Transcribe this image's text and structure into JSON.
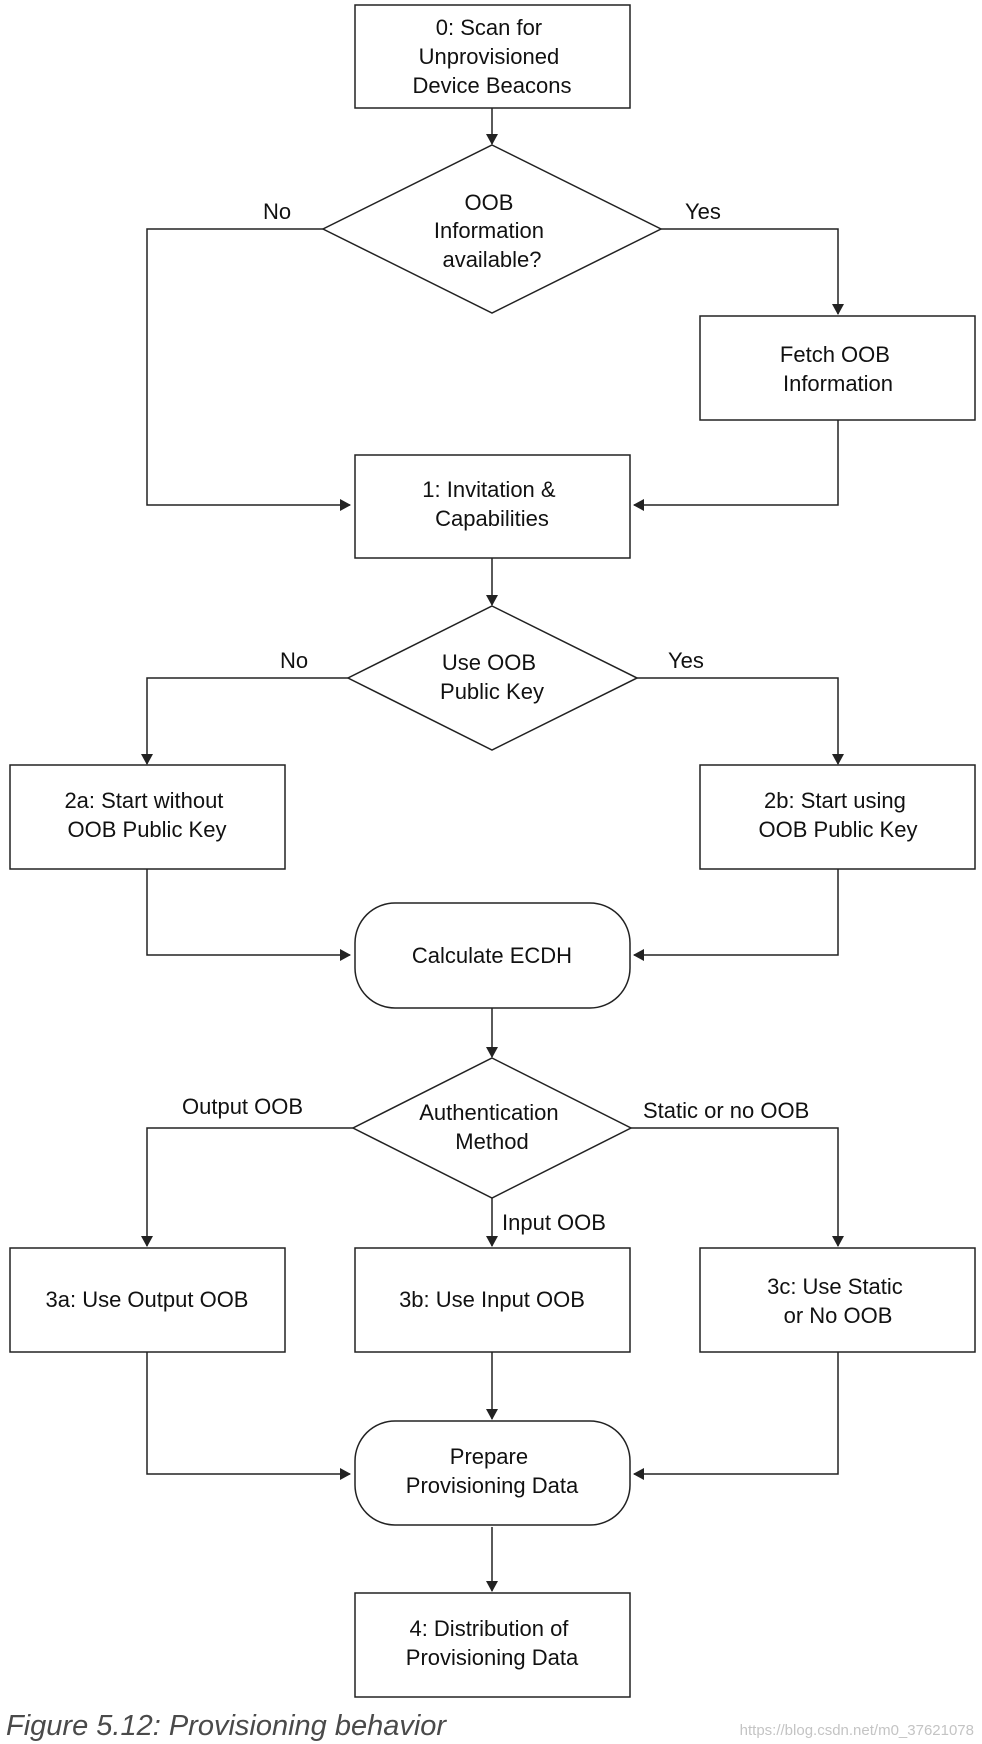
{
  "nodes": {
    "scan": {
      "lines": [
        "0:  Scan for",
        "Unprovisioned",
        "Device Beacons"
      ]
    },
    "oob_info": {
      "lines": [
        "OOB",
        "Information",
        "available?"
      ]
    },
    "fetch": {
      "lines": [
        "Fetch OOB",
        "Information"
      ]
    },
    "invite": {
      "lines": [
        "1:  Invitation &",
        "Capabilities"
      ]
    },
    "use_oob_key": {
      "lines": [
        "Use OOB",
        "Public Key"
      ]
    },
    "start_without": {
      "lines": [
        "2a:  Start without",
        "OOB Public Key"
      ]
    },
    "start_using": {
      "lines": [
        "2b:  Start using",
        "OOB Public Key"
      ]
    },
    "ecdh": {
      "lines": [
        "Calculate ECDH"
      ]
    },
    "auth": {
      "lines": [
        "Authentication",
        "Method"
      ]
    },
    "output_oob": {
      "lines": [
        "3a:  Use Output OOB"
      ]
    },
    "input_oob": {
      "lines": [
        "3b:  Use Input OOB"
      ]
    },
    "static_oob": {
      "lines": [
        "3c:  Use Static",
        "or No OOB"
      ]
    },
    "prepare": {
      "lines": [
        "Prepare",
        "Provisioning Data"
      ]
    },
    "distribute": {
      "lines": [
        "4:  Distribution of",
        "Provisioning Data"
      ]
    }
  },
  "edge_labels": {
    "oob_no": "No",
    "oob_yes": "Yes",
    "key_no": "No",
    "key_yes": "Yes",
    "auth_output": "Output OOB",
    "auth_input": "Input OOB",
    "auth_static": "Static or no OOB"
  },
  "caption": "Figure 5.12: Provisioning behavior",
  "watermark": "https://blog.csdn.net/m0_37621078"
}
